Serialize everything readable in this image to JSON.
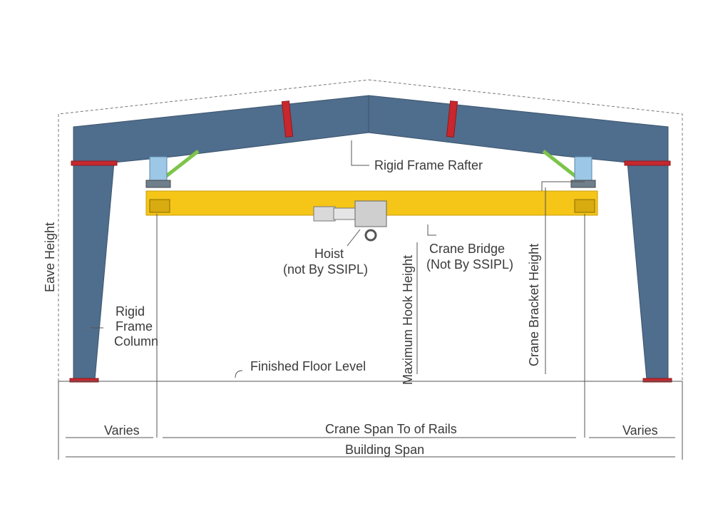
{
  "labels": {
    "rafter": "Rigid Frame Rafter",
    "crane_bridge_line1": "Crane Bridge",
    "crane_bridge_line2": "(Not By SSIPL)",
    "hoist_line1": "Hoist",
    "hoist_line2": "(not By SSIPL)",
    "column_line1": "Rigid",
    "column_line2": "Frame",
    "column_line3": "Column",
    "eave_height": "Eave Height",
    "max_hook_height": "Maximum Hook Height",
    "crane_bracket_height": "Crane Bracket Height",
    "finished_floor": "Finished Floor Level",
    "varies_left": "Varies",
    "crane_span": "Crane Span To of Rails",
    "varies_right": "Varies",
    "building_span": "Building Span"
  },
  "colors": {
    "steel": "#4f6d8c",
    "splice_plate": "#c8272e",
    "crane_bridge": "#f5c518",
    "bracing": "#7cc44a",
    "bracket": "#9cc7e6"
  }
}
